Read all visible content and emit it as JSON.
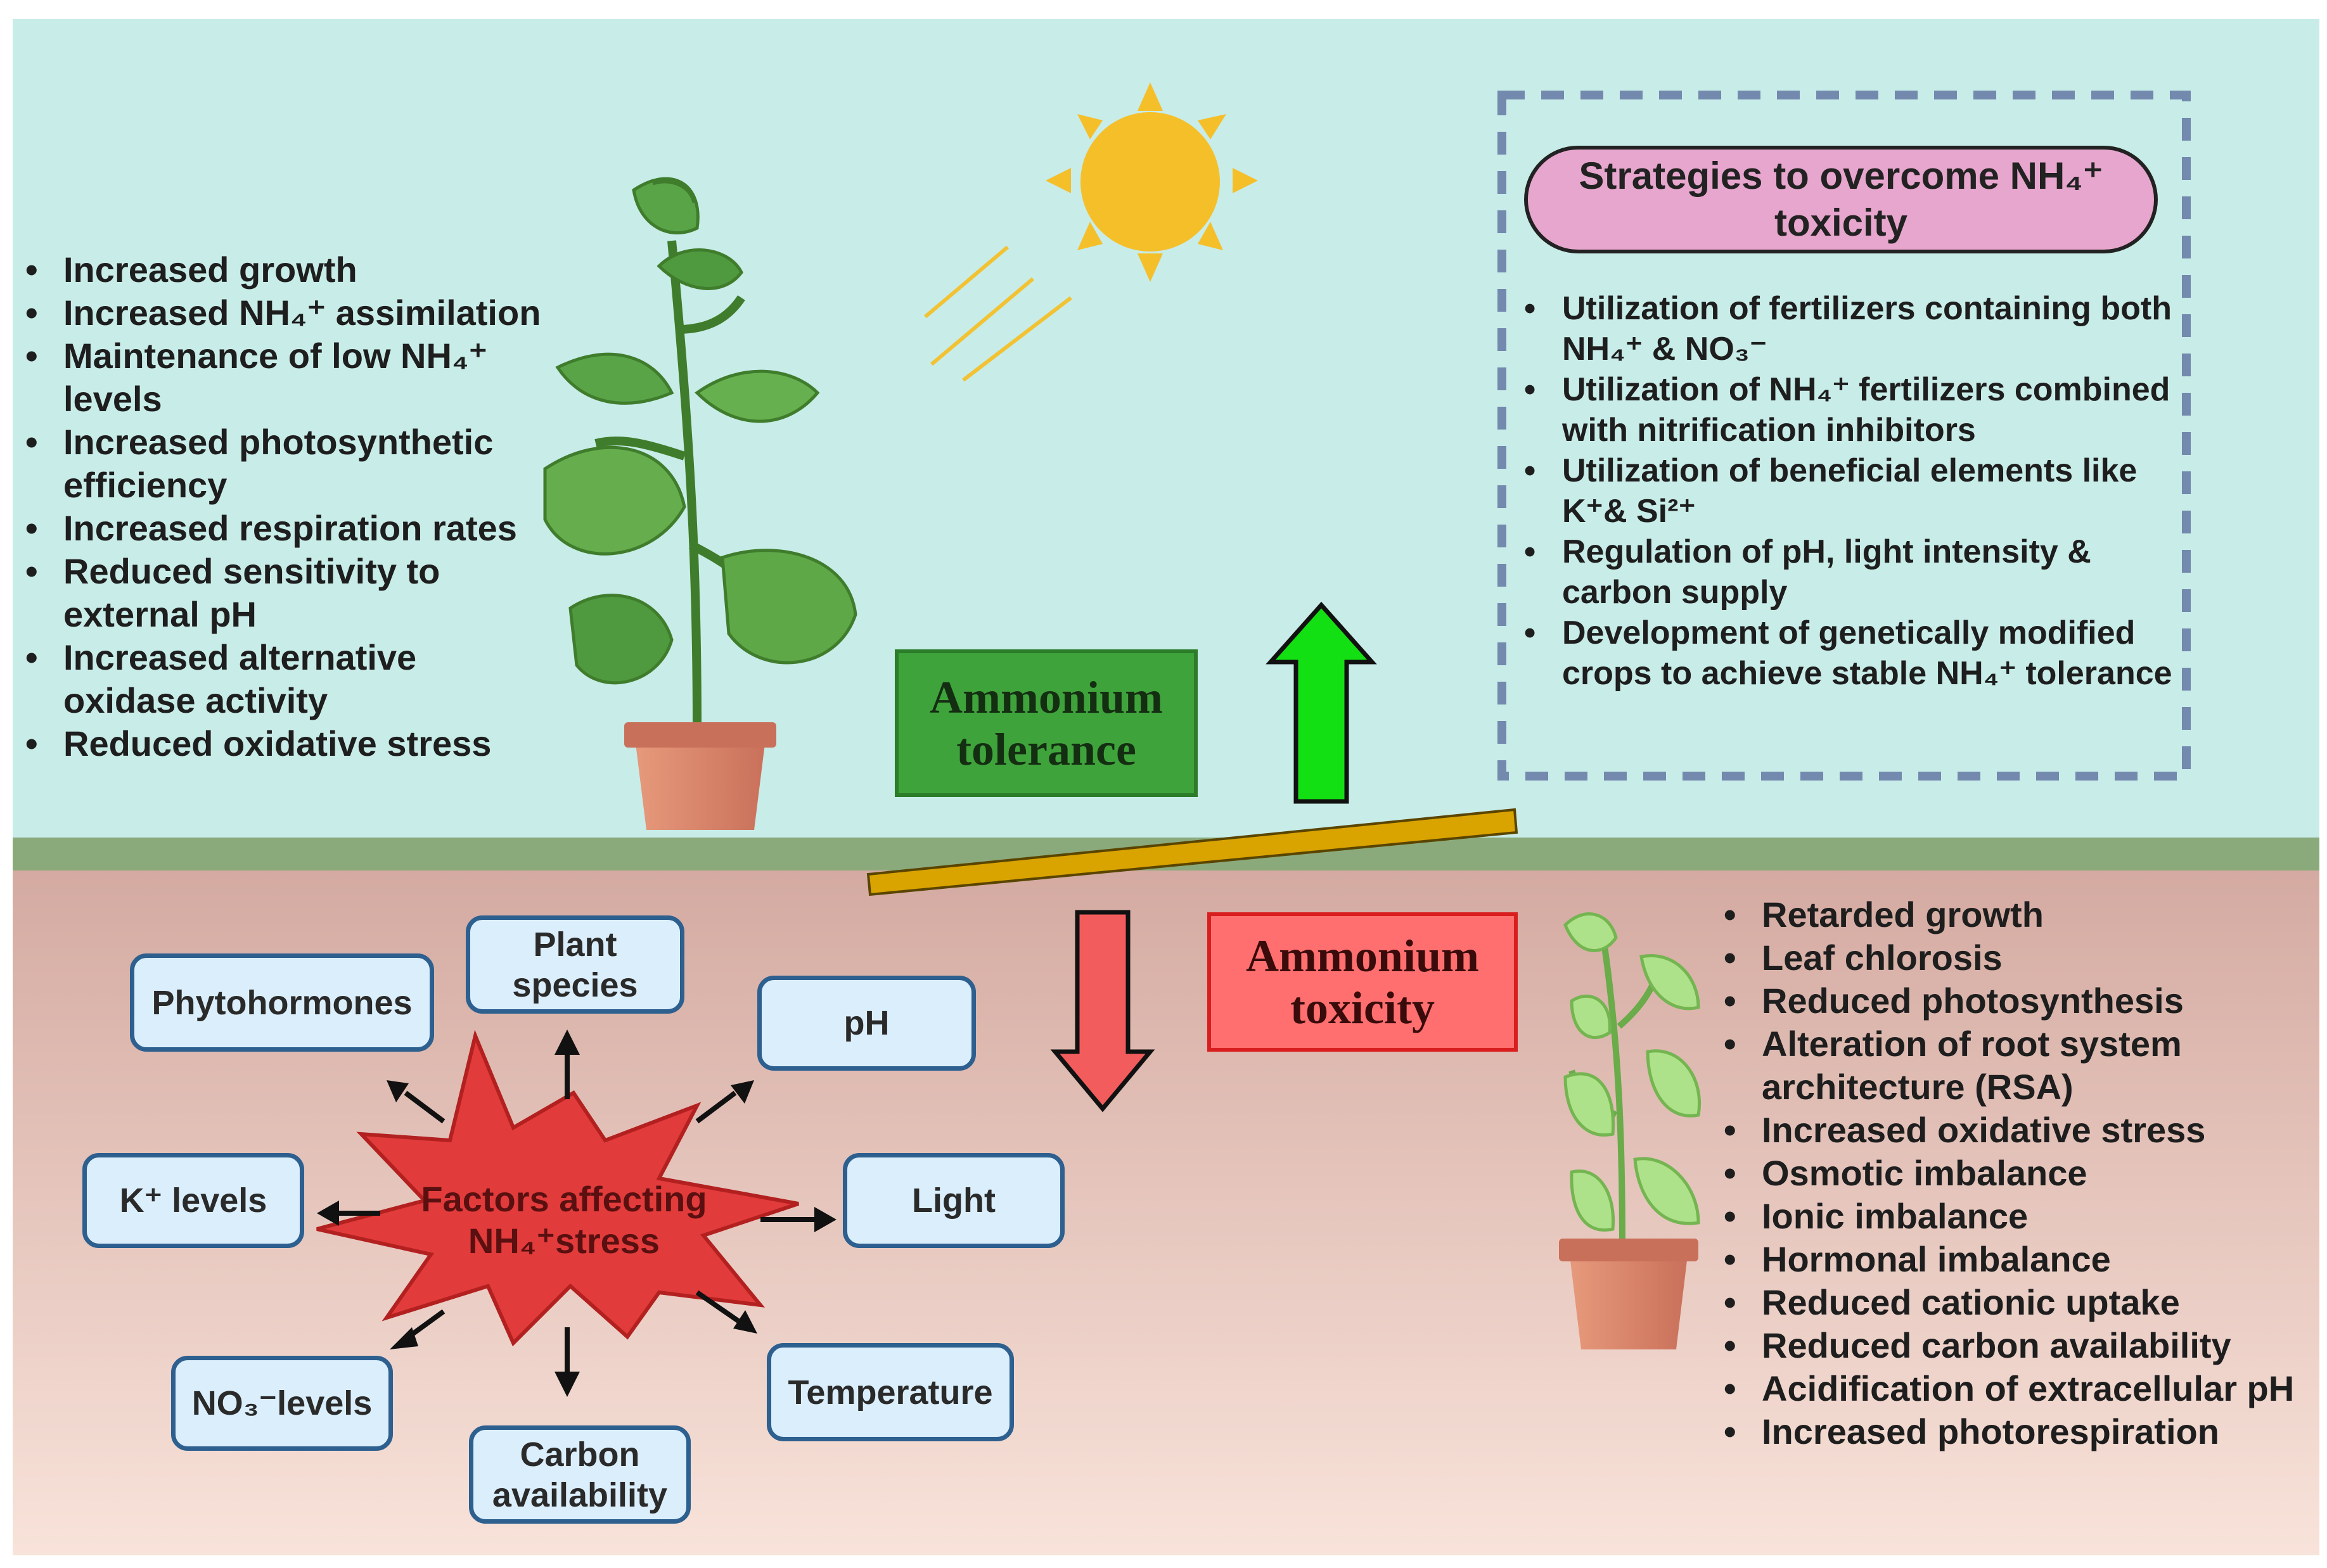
{
  "left_list": [
    "Increased growth",
    "Increased NH₄⁺ assimilation",
    "Maintenance of low NH₄⁺ levels",
    "Increased photosynthetic efficiency",
    "Increased respiration rates",
    "Reduced sensitivity to external pH",
    "Increased alternative oxidase activity",
    "Reduced oxidative stress"
  ],
  "strategies": {
    "title": "Strategies to overcome NH₄⁺ toxicity",
    "items": [
      "Utilization of fertilizers containing both NH₄⁺ & NO₃⁻",
      "Utilization of NH₄⁺ fertilizers combined with nitrification inhibitors",
      "Utilization of beneficial elements like K⁺& Si²⁺",
      "Regulation of pH, light intensity & carbon supply",
      "Development of genetically modified crops to achieve stable NH₄⁺ tolerance"
    ]
  },
  "labels": {
    "tolerance": "Ammonium tolerance",
    "toxicity": "Ammonium toxicity"
  },
  "factors": {
    "center": "Factors affecting NH₄⁺stress",
    "phytohormones": "Phytohormones",
    "plant_species": "Plant species",
    "ph": "pH",
    "k_levels": "K⁺ levels",
    "light": "Light",
    "no3_levels": "NO₃⁻levels",
    "carbon": "Carbon availability",
    "temperature": "Temperature"
  },
  "right_list": [
    "Retarded growth",
    "Leaf chlorosis",
    "Reduced photosynthesis",
    "Alteration of root system architecture (RSA)",
    "Increased oxidative stress",
    "Osmotic imbalance",
    "Ionic imbalance",
    "Hormonal imbalance",
    "Reduced cationic uptake",
    "Reduced carbon availability",
    "Acidification of extracellular pH",
    "Increased photorespiration"
  ],
  "colors": {
    "sky": "#c8ece8",
    "soil_top": "#d4aaa1",
    "soil_bottom": "#f6ddd4",
    "ground_line": "#8aaa7c",
    "tolerance": "#3fa33c",
    "toxicity": "#ff6f6f",
    "arrow_up": "#13e013",
    "arrow_down": "#f25c5c",
    "seesaw": "#d9a300",
    "sun": "#f5bf2a",
    "pot": "#d9876a",
    "plant": "#4f9a3f",
    "sick_plant": "#a9df86"
  },
  "icons": [
    "sun-icon",
    "healthy-plant-icon",
    "wilted-plant-icon",
    "up-arrow-icon",
    "down-arrow-icon",
    "seesaw-icon",
    "starburst-icon"
  ]
}
